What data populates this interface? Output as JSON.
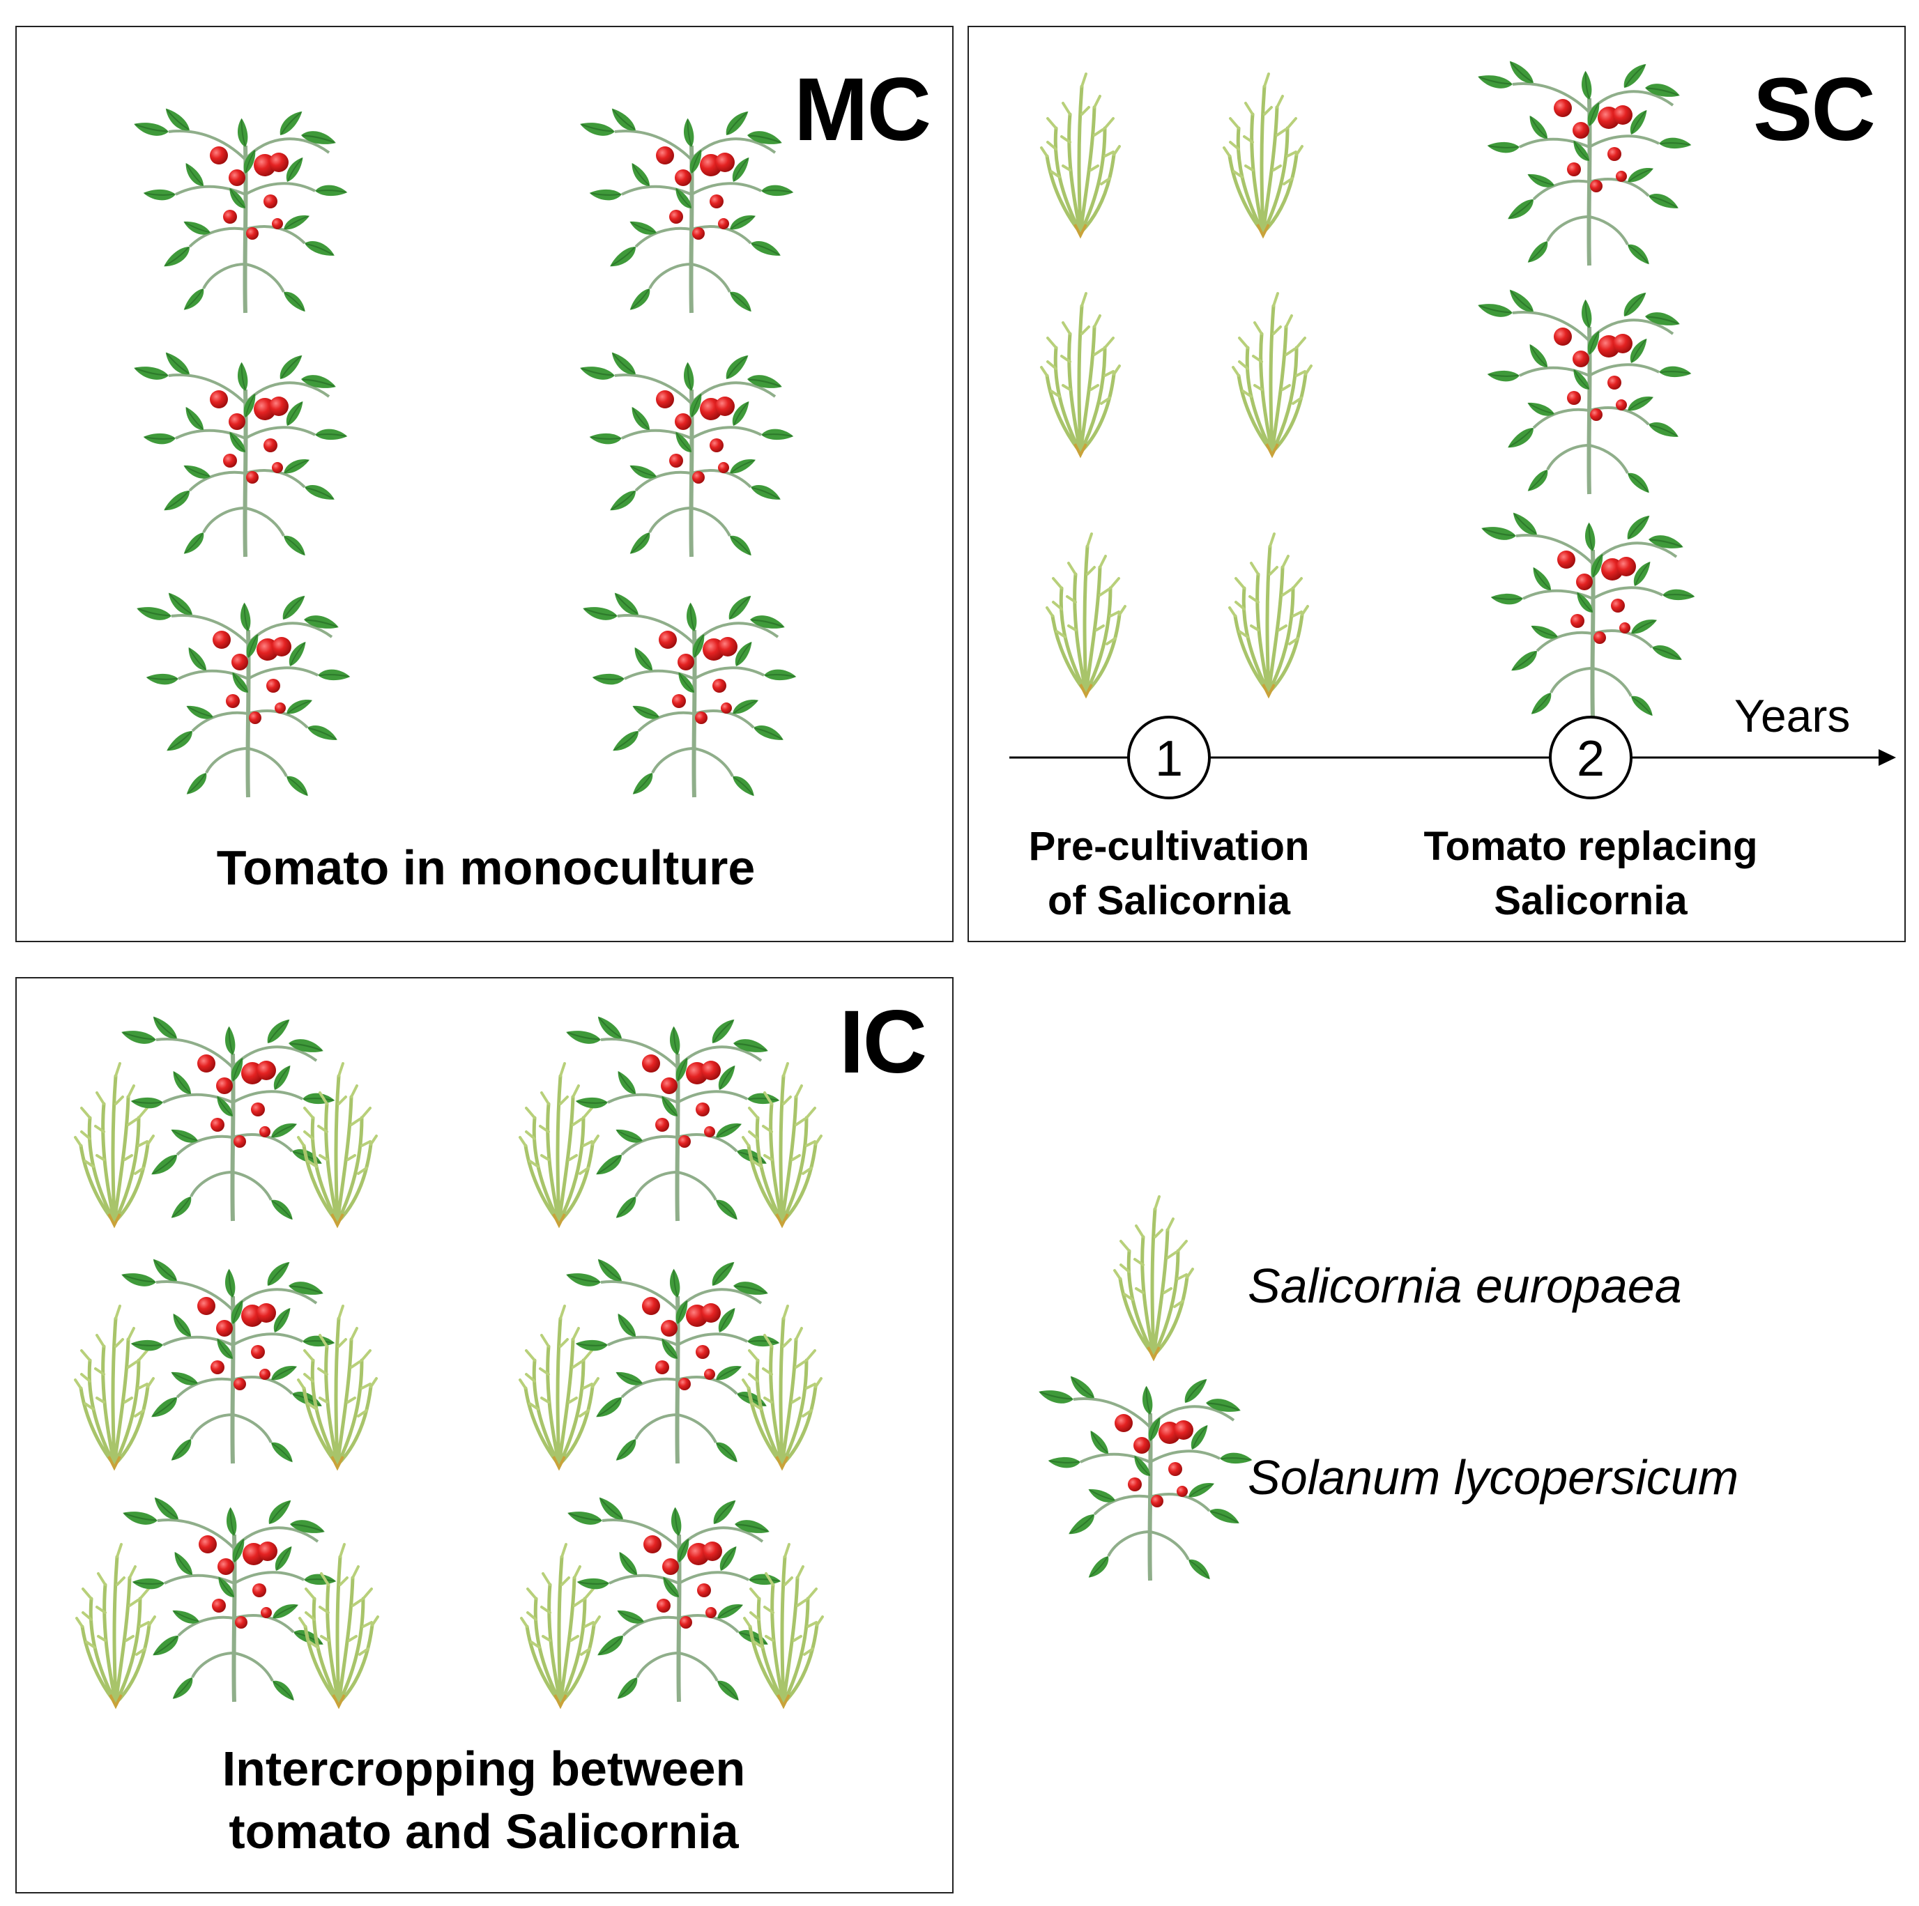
{
  "panels": {
    "mc": {
      "code": "MC",
      "caption": "Tomato in monoculture"
    },
    "sc": {
      "code": "SC",
      "axis_label": "Years",
      "steps": [
        {
          "number": "1",
          "label": "Pre-cultivation\nof Salicornia"
        },
        {
          "number": "2",
          "label": "Tomato replacing\nSalicornia"
        }
      ]
    },
    "ic": {
      "code": "IC",
      "caption_line1": "Intercropping between",
      "caption_line2": "tomato and Salicornia"
    }
  },
  "legend": {
    "salicornia": {
      "label": "Salicornia  europaea",
      "icon": "salicornia-plant-icon"
    },
    "tomato": {
      "label": "Solanum lycopersicum",
      "icon": "tomato-plant-icon"
    }
  },
  "colors": {
    "tomato_leaf": "#3f9a3a",
    "tomato_leaf_dark": "#2d7a2b",
    "tomato_stem": "#8fae8a",
    "tomato_fruit": "#e02020",
    "salicornia_stem": "#a8c46a",
    "salicornia_base": "#c9a23a",
    "frame": "#222222"
  }
}
